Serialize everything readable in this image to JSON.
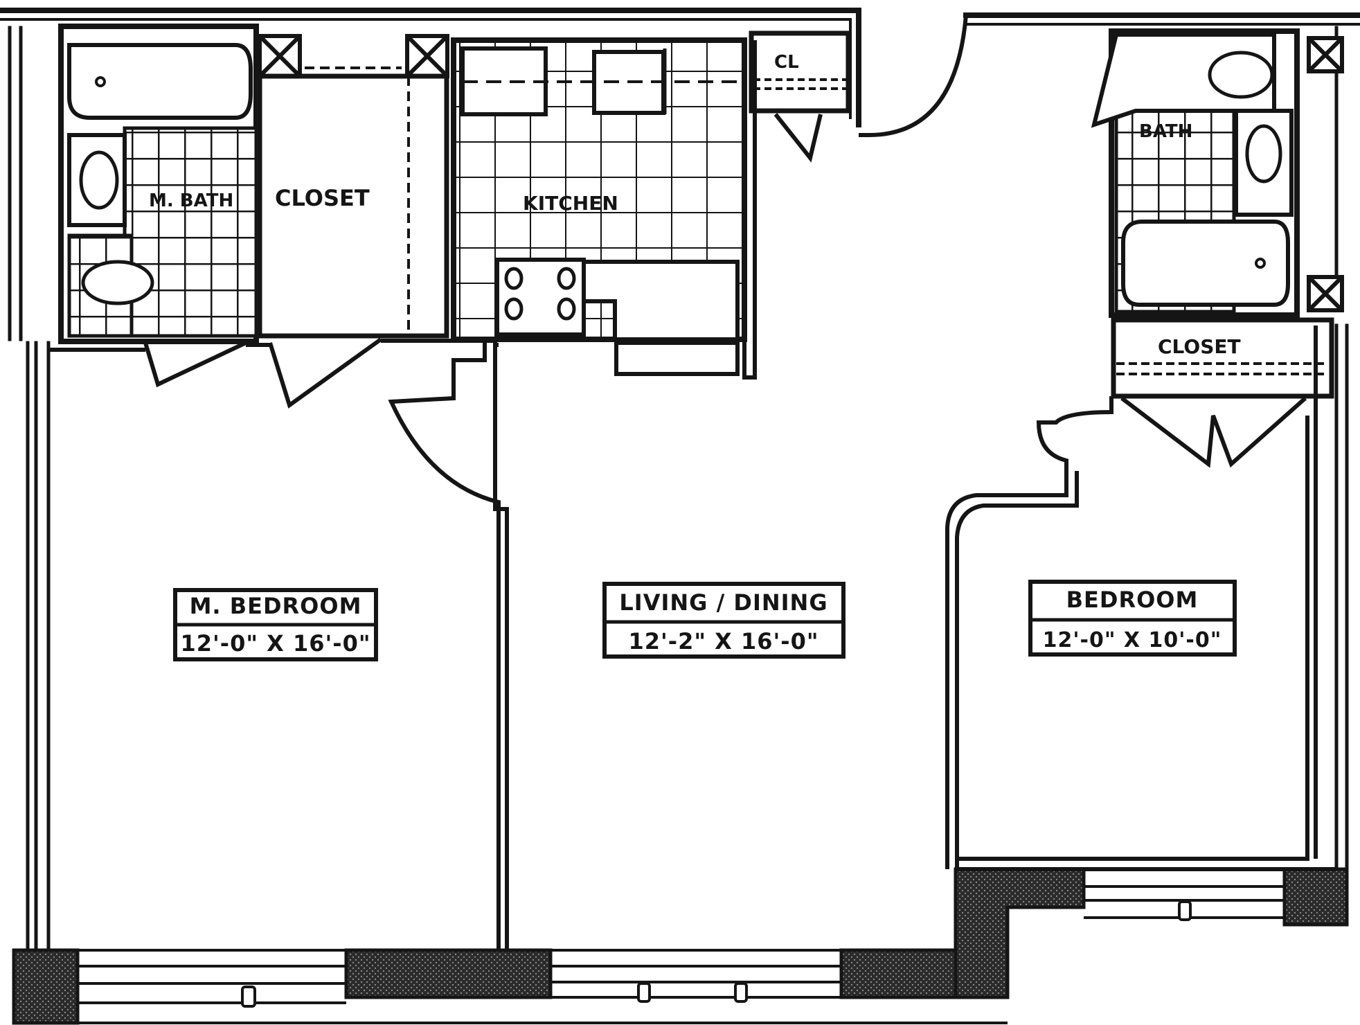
{
  "rooms": {
    "master_bath": {
      "label": "M. BATH"
    },
    "closet_1": {
      "label": "CLOSET"
    },
    "kitchen": {
      "label": "KITCHEN"
    },
    "cl": {
      "label": "CL"
    },
    "bath": {
      "label": "BATH"
    },
    "closet_2": {
      "label": "CLOSET"
    },
    "master_bedroom": {
      "label": "M. BEDROOM",
      "dims": "12'-0\" X 16'-0\""
    },
    "living_dining": {
      "label": "LIVING / DINING",
      "dims": "12'-2\" X 16'-0\""
    },
    "bedroom": {
      "label": "BEDROOM",
      "dims": "12'-0\" X 10'-0\""
    }
  },
  "colors": {
    "ink": "#151515",
    "paper": "#ffffff",
    "hatch": "#3a3a3a"
  }
}
